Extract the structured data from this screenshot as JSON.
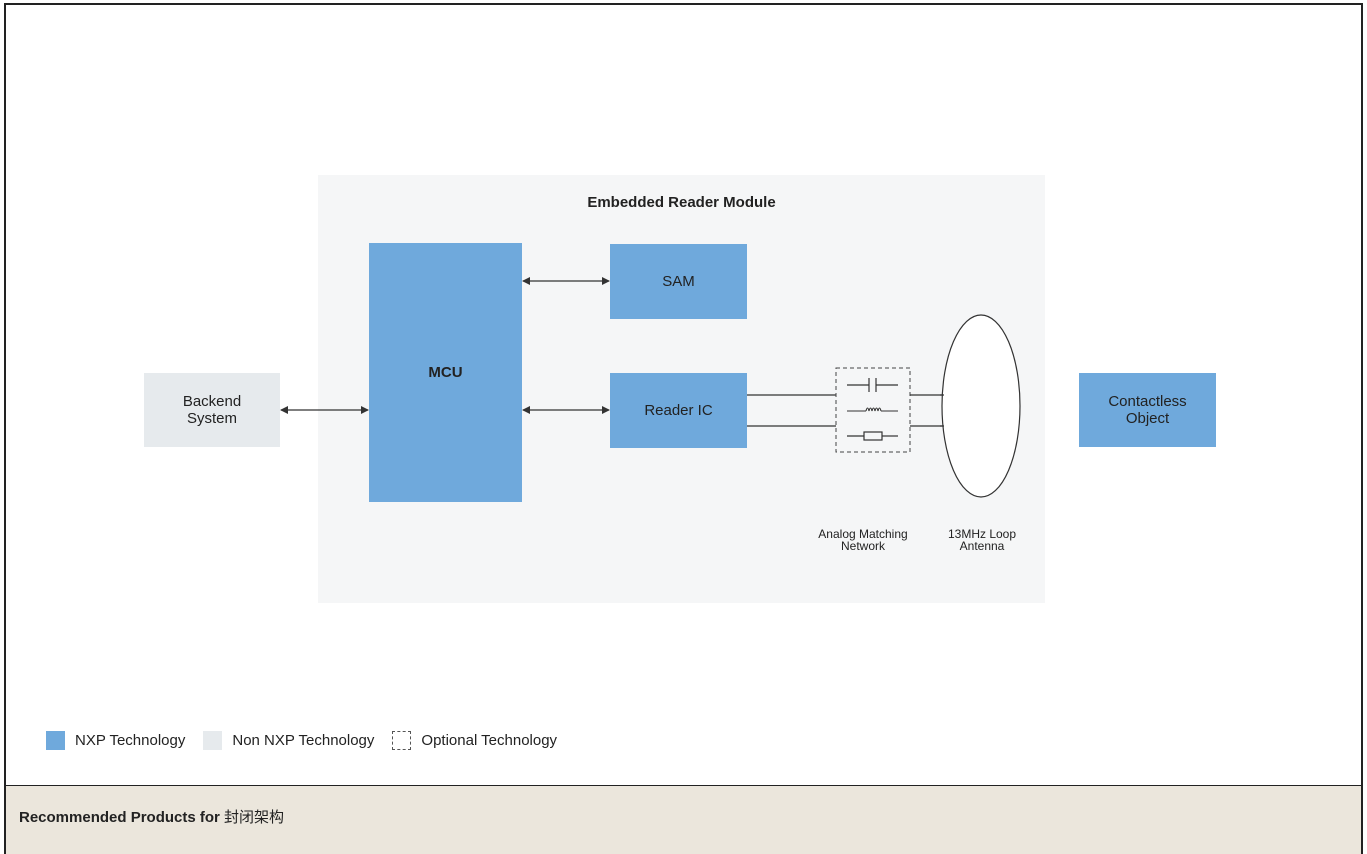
{
  "diagram": {
    "module_title": "Embedded Reader Module",
    "blocks": {
      "mcu": "MCU",
      "sam": "SAM",
      "reader_ic": "Reader IC",
      "backend": [
        "Backend",
        "System"
      ],
      "contactless": [
        "Contactless",
        "Object"
      ]
    },
    "labels": {
      "analog": [
        "Analog Matching",
        "Network"
      ],
      "antenna": [
        "13MHz Loop",
        "Antenna"
      ]
    },
    "colors": {
      "nxp": "#6fa9dc",
      "non_nxp": "#e6eaed",
      "module_bg": "#f5f6f7"
    }
  },
  "legend": {
    "nxp": "NXP Technology",
    "non_nxp": "Non NXP Technology",
    "optional": "Optional Technology"
  },
  "footer": {
    "prefix": "Recommended Products for",
    "topic": "封闭架构"
  }
}
